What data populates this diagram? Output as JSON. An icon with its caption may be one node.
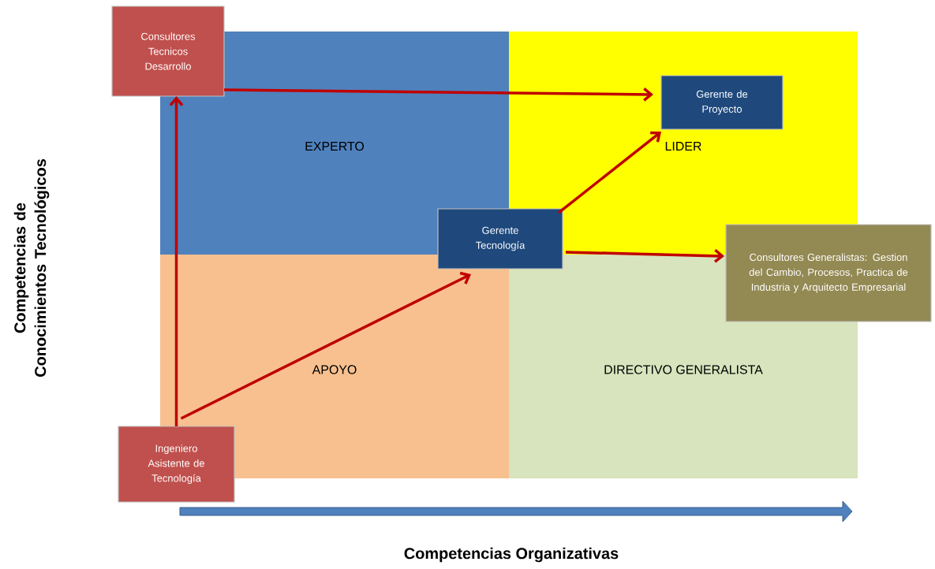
{
  "diagram": {
    "nodes": [
      {
        "text": [
          "Consultores Tecnicos Desarrollo"
        ]
      },
      {
        "text": [
          "Gerente de Proyecto"
        ]
      },
      {
        "text": [
          "Gerente Tecnología"
        ]
      },
      {
        "text": [
          "Consultores Generalistas: Gestion del Cambio, Procesos, Practica de Industria y Arquitecto Empresarial"
        ]
      },
      {
        "text": [
          "Ingeniero Asistente de Tecnología"
        ]
      }
    ],
    "edges": [
      {
        "from": 4,
        "to": 0,
        "arrow": "to"
      },
      {
        "from": 4,
        "to": 2,
        "arrow": "to"
      },
      {
        "from": 0,
        "to": 1,
        "arrow": "to"
      },
      {
        "from": 2,
        "to": 1,
        "arrow": "to"
      },
      {
        "from": 2,
        "to": 3,
        "arrow": "to"
      }
    ],
    "labels": [
      "EXPERTO",
      "LIDER",
      "APOYO",
      "DIRECTIVO GENERALISTA",
      "Competencias de Conocimientos Tecnológicos",
      "Competencias Organizativas"
    ]
  }
}
